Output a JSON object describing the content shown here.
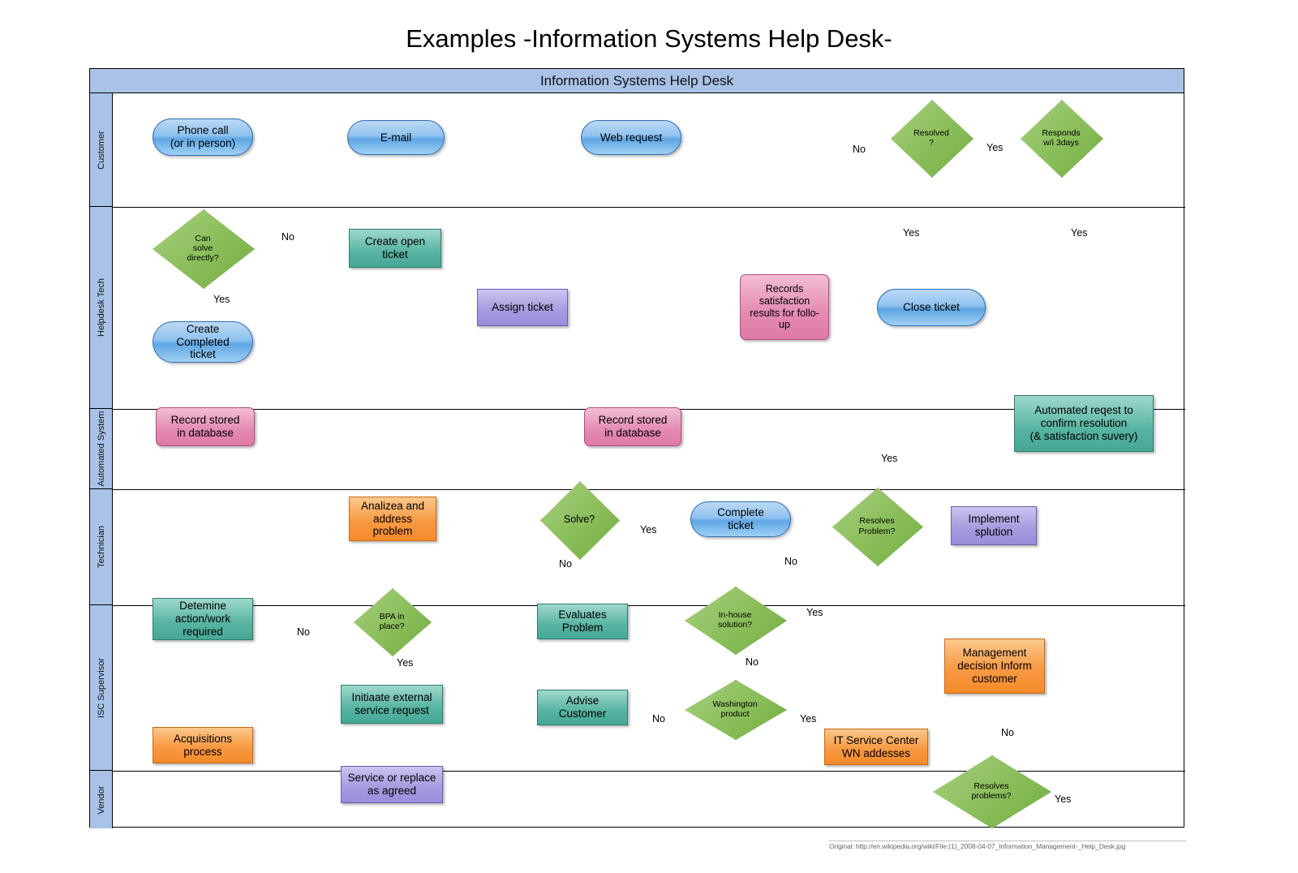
{
  "page_title": "Examples -Information Systems Help Desk-",
  "pool": {
    "title": "Information Systems Help Desk"
  },
  "lanes": [
    {
      "id": "customer",
      "label": "Customer"
    },
    {
      "id": "helpdesk",
      "label": "Helpdesk Tech"
    },
    {
      "id": "automated",
      "label": "Automated System"
    },
    {
      "id": "technician",
      "label": "Technician"
    },
    {
      "id": "isc",
      "label": "ISC Supervisor"
    },
    {
      "id": "vendor",
      "label": "Vendor"
    }
  ],
  "nodes": [
    {
      "id": "phone_call",
      "label": "Phone call\n(or in person)",
      "shape": "rounded",
      "lane": "customer"
    },
    {
      "id": "email",
      "label": "E-mail",
      "shape": "rounded",
      "lane": "customer"
    },
    {
      "id": "web_request",
      "label": "Web request",
      "shape": "rounded",
      "lane": "customer"
    },
    {
      "id": "resolved",
      "label": "Resolved\n?",
      "shape": "decision",
      "lane": "customer"
    },
    {
      "id": "responds_3days",
      "label": "Responds\nw/i 3days",
      "shape": "decision",
      "lane": "customer"
    },
    {
      "id": "can_solve",
      "label": "Can\nsolve\ndirectly?",
      "shape": "decision",
      "lane": "helpdesk"
    },
    {
      "id": "create_open",
      "label": "Create open\nticket",
      "shape": "rect-teal",
      "lane": "helpdesk"
    },
    {
      "id": "assign_ticket",
      "label": "Assign ticket",
      "shape": "rect-purple",
      "lane": "helpdesk"
    },
    {
      "id": "create_completed",
      "label": "Create\nCompleted\nticket",
      "shape": "rounded",
      "lane": "helpdesk"
    },
    {
      "id": "records_satisfaction",
      "label": "Records\nsatisfaction\nresults for follo-\nup",
      "shape": "rect-pink",
      "lane": "helpdesk"
    },
    {
      "id": "close_ticket",
      "label": "Close ticket",
      "shape": "rounded",
      "lane": "helpdesk"
    },
    {
      "id": "record_db_left",
      "label": "Record stored\nin database",
      "shape": "rect-pink",
      "lane": "automated"
    },
    {
      "id": "record_db_mid",
      "label": "Record stored\nin database",
      "shape": "rect-pink",
      "lane": "automated"
    },
    {
      "id": "automated_request",
      "label": "Automated reqest to\nconfirm resolution\n(& satisfaction suvery)",
      "shape": "rect-teal",
      "lane": "automated"
    },
    {
      "id": "analyze_address",
      "label": "Analizea and\naddress\nproblem",
      "shape": "rect-orange",
      "lane": "technician"
    },
    {
      "id": "solve",
      "label": "Solve?",
      "shape": "decision",
      "lane": "technician"
    },
    {
      "id": "complete_ticket",
      "label": "Complete\nticket",
      "shape": "rounded",
      "lane": "technician"
    },
    {
      "id": "resolves_problem",
      "label": "Resolves\nProblem?",
      "shape": "decision",
      "lane": "technician"
    },
    {
      "id": "implement_solution",
      "label": "Implement\nsplution",
      "shape": "rect-purple",
      "lane": "technician"
    },
    {
      "id": "determine_action",
      "label": "Detemine\naction/work\nrequired",
      "shape": "rect-teal",
      "lane": "isc"
    },
    {
      "id": "bpa_in_place",
      "label": "BPA in\nplace?",
      "shape": "decision",
      "lane": "isc"
    },
    {
      "id": "evaluates_problem",
      "label": "Evaluates\nProblem",
      "shape": "rect-teal",
      "lane": "isc"
    },
    {
      "id": "inhouse_solution",
      "label": "In-house\nsolution?",
      "shape": "decision",
      "lane": "isc"
    },
    {
      "id": "mgmt_decision",
      "label": "Management\ndecision Inform\ncustomer",
      "shape": "rect-orange",
      "lane": "isc"
    },
    {
      "id": "initiate_external",
      "label": "Initiaate external\nservice request",
      "shape": "rect-teal",
      "lane": "isc"
    },
    {
      "id": "advise_customer",
      "label": "Advise\nCustomer",
      "shape": "rect-teal",
      "lane": "isc"
    },
    {
      "id": "washington_product",
      "label": "Washington\nproduct",
      "shape": "decision",
      "lane": "isc"
    },
    {
      "id": "acquisitions",
      "label": "Acquisitions\nprocess",
      "shape": "rect-orange",
      "lane": "isc"
    },
    {
      "id": "it_service_center",
      "label": "IT Service Center\nWN addesses",
      "shape": "rect-orange",
      "lane": "isc"
    },
    {
      "id": "service_replace",
      "label": "Service or replace\nas agreed",
      "shape": "rect-purple",
      "lane": "vendor"
    },
    {
      "id": "resolves_problems",
      "label": "Resolves\nproblems?",
      "shape": "decision",
      "lane": "vendor"
    }
  ],
  "edge_labels": [
    {
      "id": "e_no_cansolve",
      "text": "No"
    },
    {
      "id": "e_yes_cansolve",
      "text": "Yes"
    },
    {
      "id": "e_no_resolved",
      "text": "No"
    },
    {
      "id": "e_yes_responds",
      "text": "Yes"
    },
    {
      "id": "e_yes_resolved",
      "text": "Yes"
    },
    {
      "id": "e_yes_responds2",
      "text": "Yes"
    },
    {
      "id": "e_yes_solve",
      "text": "Yes"
    },
    {
      "id": "e_no_solve",
      "text": "No"
    },
    {
      "id": "e_yes_resolvesprob",
      "text": "Yes"
    },
    {
      "id": "e_no_resolvesprob",
      "text": "No"
    },
    {
      "id": "e_no_bpa",
      "text": "No"
    },
    {
      "id": "e_yes_bpa",
      "text": "Yes"
    },
    {
      "id": "e_yes_inhouse",
      "text": "Yes"
    },
    {
      "id": "e_no_inhouse",
      "text": "No"
    },
    {
      "id": "e_no_washington",
      "text": "No"
    },
    {
      "id": "e_yes_washington",
      "text": "Yes"
    },
    {
      "id": "e_no_resolvesprobs",
      "text": "No"
    },
    {
      "id": "e_yes_resolvesprobs",
      "text": "Yes"
    }
  ],
  "footer": {
    "text": "Original: http://en.wikipedia.org/wiki/File:(1)_2008-04-07_Information_Management-_Help_Desk.jpg"
  },
  "colors": {
    "lane_header": "#a9c2e8",
    "connector": "#2569b8",
    "decision": "#8cbf5c",
    "rounded": "#7fb9ea",
    "teal": "#57b4a2",
    "purple": "#a99ce0",
    "pink": "#e489b2",
    "orange": "#f79a43"
  }
}
